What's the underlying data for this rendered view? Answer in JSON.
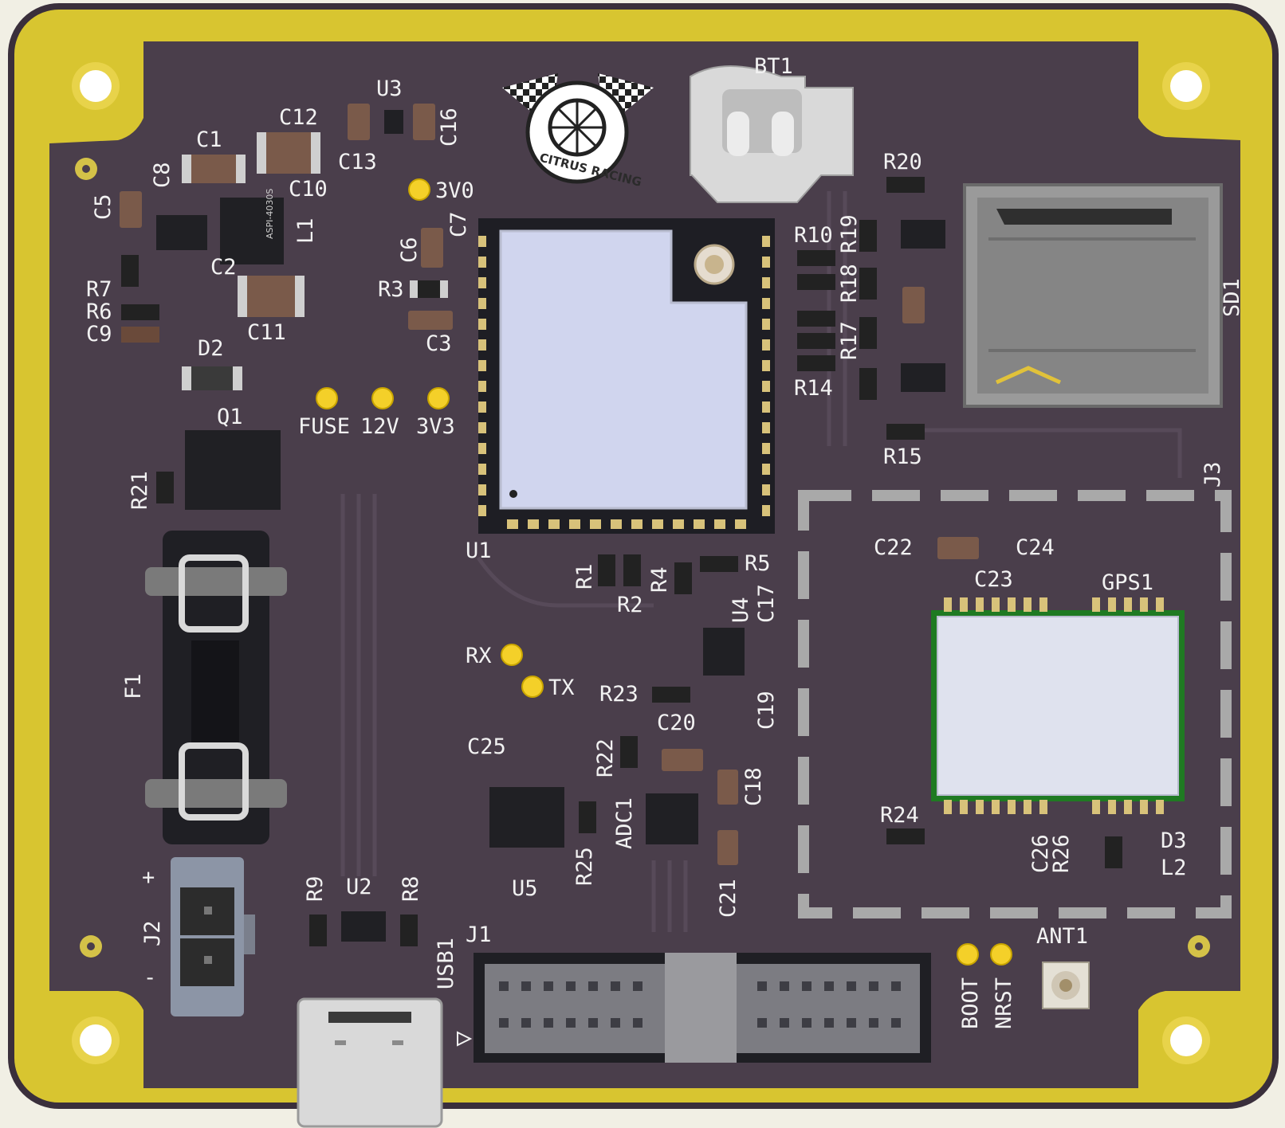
{
  "logo": {
    "text": "CITRUS RACING"
  },
  "labels": [
    {
      "key": "BT1",
      "text": "BT1"
    },
    {
      "key": "U3",
      "text": "U3"
    },
    {
      "key": "C12",
      "text": "C12"
    },
    {
      "key": "C1",
      "text": "C1"
    },
    {
      "key": "C16",
      "text": "C16"
    },
    {
      "key": "C13",
      "text": "C13"
    },
    {
      "key": "C8",
      "text": "C8"
    },
    {
      "key": "C10",
      "text": "C10"
    },
    {
      "key": "3V0",
      "text": "3V0"
    },
    {
      "key": "C5",
      "text": "C5"
    },
    {
      "key": "C7",
      "text": "C7"
    },
    {
      "key": "L1",
      "text": "L1"
    },
    {
      "key": "C6",
      "text": "C6"
    },
    {
      "key": "C2",
      "text": "C2"
    },
    {
      "key": "R7",
      "text": "R7"
    },
    {
      "key": "R6",
      "text": "R6"
    },
    {
      "key": "C9",
      "text": "C9"
    },
    {
      "key": "C11",
      "text": "C11"
    },
    {
      "key": "R3",
      "text": "R3"
    },
    {
      "key": "C3",
      "text": "C3"
    },
    {
      "key": "D2",
      "text": "D2"
    },
    {
      "key": "FUSE",
      "text": "FUSE"
    },
    {
      "key": "12V",
      "text": "12V"
    },
    {
      "key": "3V3",
      "text": "3V3"
    },
    {
      "key": "Q1",
      "text": "Q1"
    },
    {
      "key": "R21",
      "text": "R21"
    },
    {
      "key": "R20",
      "text": "R20"
    },
    {
      "key": "R10",
      "text": "R10"
    },
    {
      "key": "R19",
      "text": "R19"
    },
    {
      "key": "R18",
      "text": "R18"
    },
    {
      "key": "R17",
      "text": "R17"
    },
    {
      "key": "R14",
      "text": "R14"
    },
    {
      "key": "R15",
      "text": "R15"
    },
    {
      "key": "SD1",
      "text": "SD1"
    },
    {
      "key": "J3",
      "text": "J3"
    },
    {
      "key": "U1",
      "text": "U1"
    },
    {
      "key": "R1",
      "text": "R1"
    },
    {
      "key": "R2",
      "text": "R2"
    },
    {
      "key": "R4",
      "text": "R4"
    },
    {
      "key": "R5",
      "text": "R5"
    },
    {
      "key": "U4",
      "text": "U4"
    },
    {
      "key": "C17",
      "text": "C17"
    },
    {
      "key": "C22",
      "text": "C22"
    },
    {
      "key": "C24",
      "text": "C24"
    },
    {
      "key": "C23",
      "text": "C23"
    },
    {
      "key": "GPS1",
      "text": "GPS1"
    },
    {
      "key": "F1",
      "text": "F1"
    },
    {
      "key": "RX",
      "text": "RX"
    },
    {
      "key": "TX",
      "text": "TX"
    },
    {
      "key": "R23",
      "text": "R23"
    },
    {
      "key": "C19",
      "text": "C19"
    },
    {
      "key": "C20",
      "text": "C20"
    },
    {
      "key": "C25",
      "text": "C25"
    },
    {
      "key": "R22",
      "text": "R22"
    },
    {
      "key": "C18",
      "text": "C18"
    },
    {
      "key": "ADC1",
      "text": "ADC1"
    },
    {
      "key": "R25",
      "text": "R25"
    },
    {
      "key": "U5",
      "text": "U5"
    },
    {
      "key": "R24",
      "text": "R24"
    },
    {
      "key": "C26",
      "text": "C26"
    },
    {
      "key": "R26",
      "text": "R26"
    },
    {
      "key": "D3",
      "text": "D3"
    },
    {
      "key": "L2",
      "text": "L2"
    },
    {
      "key": "C21",
      "text": "C21"
    },
    {
      "key": "J2",
      "text": "J2"
    },
    {
      "key": "plus",
      "text": "+"
    },
    {
      "key": "minus",
      "text": "-"
    },
    {
      "key": "R9",
      "text": "R9"
    },
    {
      "key": "U2",
      "text": "U2"
    },
    {
      "key": "R8",
      "text": "R8"
    },
    {
      "key": "USB1",
      "text": "USB1"
    },
    {
      "key": "J1",
      "text": "J1"
    },
    {
      "key": "BOOT",
      "text": "BOOT"
    },
    {
      "key": "NRST",
      "text": "NRST"
    },
    {
      "key": "ANT1",
      "text": "ANT1"
    }
  ],
  "inductor_marking": "ASPI-4030S",
  "colors": {
    "background": "#f1efe4",
    "board_edge": "#d8c530",
    "board_mask": "#4a3e4b",
    "silkscreen": "#f2f2f2",
    "module_shield": "#d0d5ee",
    "test_point": "#f4d029"
  }
}
